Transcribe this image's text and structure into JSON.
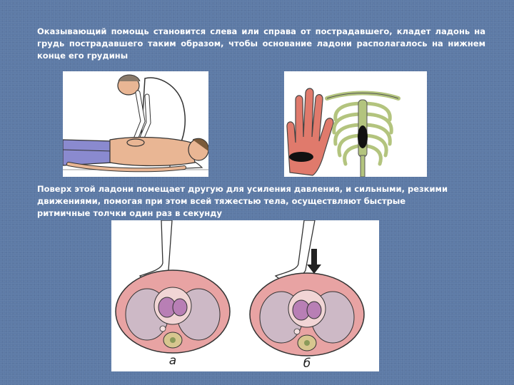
{
  "intro_text": "Оказывающий помощь становится слева или справа от пострадавшего, кладет ладонь на грудь пострадавшего таким образом, чтобы основание ладони располагалось на нижнем конце его грудины",
  "second_text": "Поверх этой ладони помещает другую для усиления давления, и сильными, резкими движениями, помогая при этом всей тяжестью тела, осуществляют быстрые ритмичные толчки один раз в секунду",
  "figure_labels": {
    "left": "а",
    "right": "б"
  },
  "colors": {
    "background": "#5d7aa6",
    "text": "#ffffff",
    "pants": "#8a8acf",
    "skin": "#e9b694",
    "ribs": "#b3c47e",
    "hand": "#e07a6c",
    "tissue": "#e8a3a3",
    "lung": "#cdb9c6",
    "heart": "#b87fb5",
    "spine": "#d7c68f"
  }
}
